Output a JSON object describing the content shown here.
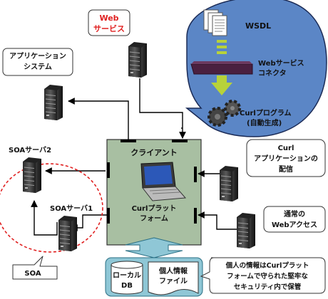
{
  "web_service": {
    "label_line1": "Web",
    "label_line2": "サービス",
    "color": "#e02020"
  },
  "app_system": {
    "label_line1": "アプリケーション",
    "label_line2": "システム"
  },
  "connector_bubble": {
    "wsdl": "WSDL",
    "connector_line1": "Webサービス",
    "connector_line2": "コネクタ",
    "program_line1": "Curlプログラム",
    "program_line2": "(自動生成)",
    "bubble_color": "#5b86c6",
    "arrow_color": "#b8d23a"
  },
  "client": {
    "title": "クライアント",
    "platform_line1": "Curlプラット",
    "platform_line2": "フォーム",
    "box_color": "#a8bfa2"
  },
  "soa": {
    "server2": "SOAサーバ2",
    "server1": "SOAサーバ1",
    "tag": "SOA",
    "ring_color": "#e02020"
  },
  "curl_app": {
    "line1": "Curl",
    "line2": "アプリケーションの",
    "line3": "配信"
  },
  "web_access": {
    "line1": "通常の",
    "line2": "Webアクセス"
  },
  "storage": {
    "local_db_line1": "ローカル",
    "local_db_line2": "DB",
    "personal_line1": "個人情報",
    "personal_line2": "ファイル",
    "color": "#8fc7d6"
  },
  "security_note": {
    "line1": "個人の情報はCurlプラット",
    "line2": "フォームで守られた堅牢な",
    "line3": "セキュリティ内で保管"
  }
}
